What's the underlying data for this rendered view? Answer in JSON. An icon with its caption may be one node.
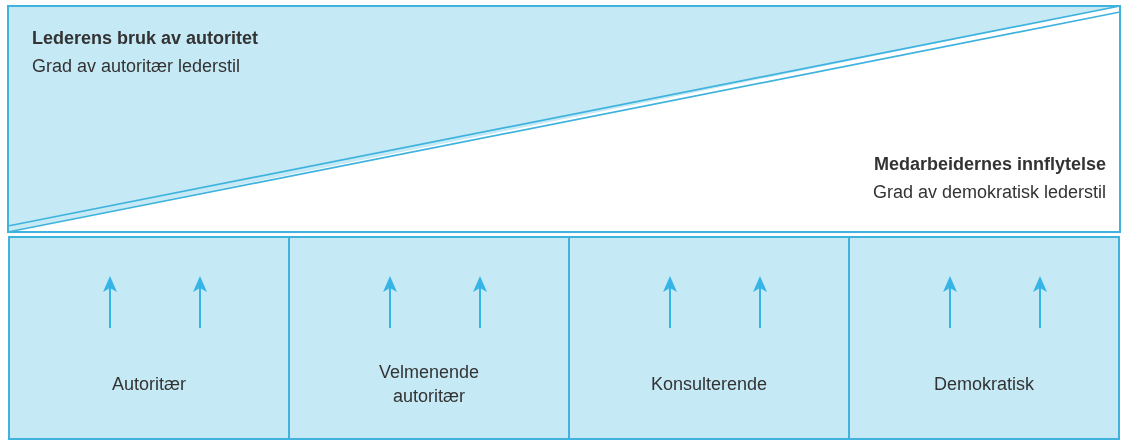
{
  "diagram": {
    "nodes": [
      {
        "text": [
          "Lederens bruk av autoritet",
          "Grad av autoritær lederstil"
        ]
      },
      {
        "text": [
          "Medarbeidernes innflytelse",
          "Grad av demokratisk lederstil"
        ]
      },
      {
        "text": [
          "Autoritær"
        ]
      },
      {
        "text": [
          "Velmenende autoritær"
        ]
      },
      {
        "text": [
          "Konsulterende"
        ]
      },
      {
        "text": [
          "Demokratisk"
        ]
      }
    ]
  }
}
